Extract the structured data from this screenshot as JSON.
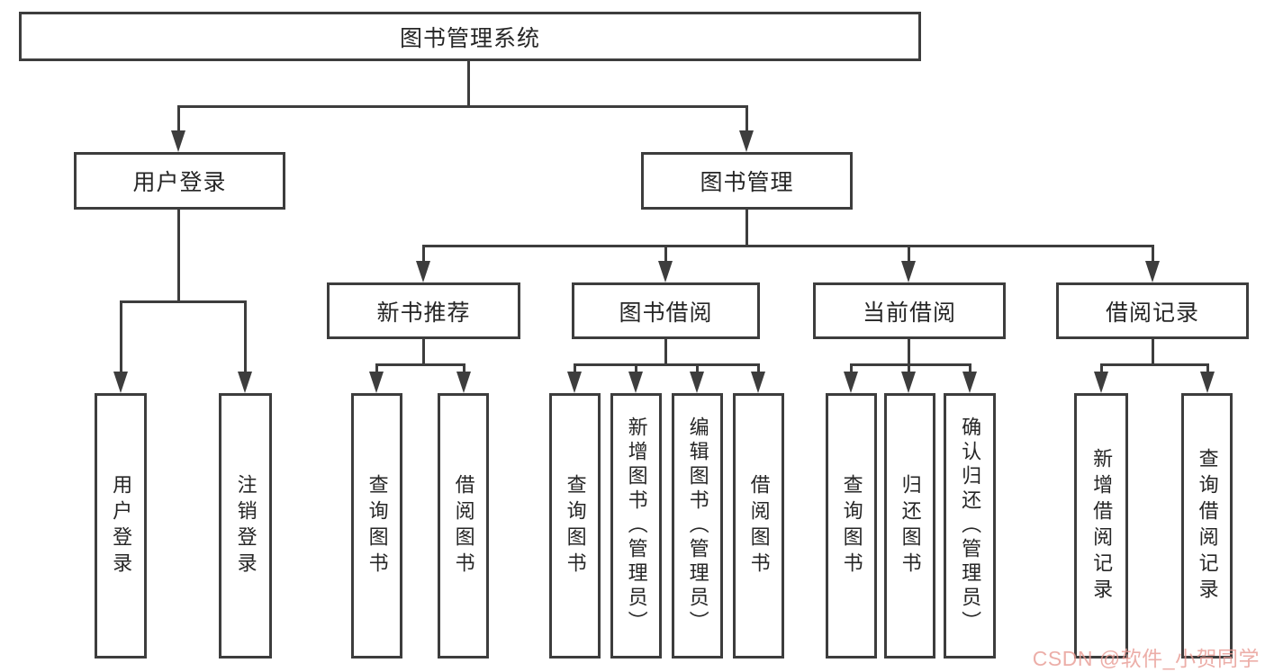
{
  "diagram": {
    "root": {
      "label": "图书管理系统"
    },
    "level1": {
      "user_login": {
        "label": "用户登录"
      },
      "book_mgmt": {
        "label": "图书管理"
      }
    },
    "level2": {
      "new_books": {
        "label": "新书推荐"
      },
      "borrowing": {
        "label": "图书借阅"
      },
      "current": {
        "label": "当前借阅"
      },
      "records": {
        "label": "借阅记录"
      }
    },
    "leaves": {
      "login": {
        "label": "用户登录"
      },
      "logout": {
        "label": "注销登录"
      },
      "nb_query": {
        "label": "查询图书"
      },
      "nb_borrow": {
        "label": "借阅图书"
      },
      "bb_query": {
        "label": "查询图书"
      },
      "bb_add": {
        "label": "新增图书（管理员）"
      },
      "bb_edit": {
        "label": "编辑图书（管理员）"
      },
      "bb_borrow": {
        "label": "借阅图书"
      },
      "cb_query": {
        "label": "查询图书"
      },
      "cb_return": {
        "label": "归还图书"
      },
      "cb_confirm": {
        "label": "确认归还（管理员）"
      },
      "br_add": {
        "label": "新增借阅记录"
      },
      "br_query": {
        "label": "查询借阅记录"
      }
    }
  },
  "watermark": {
    "text": "CSDN @软件_小贺同学"
  },
  "colors": {
    "line": "#3d3d3d",
    "text": "#262626",
    "watermark": "#e89a93",
    "background": "#ffffff"
  }
}
